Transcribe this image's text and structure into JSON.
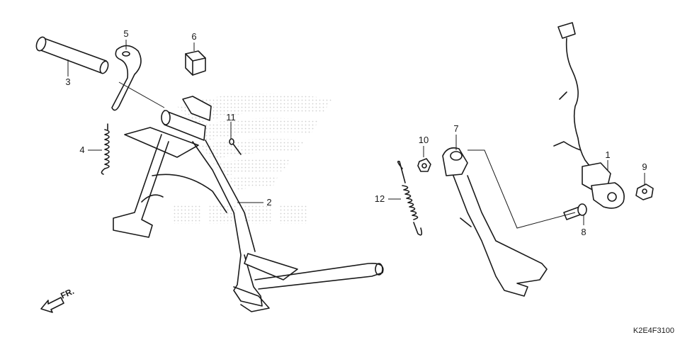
{
  "diagram": {
    "callouts": [
      {
        "id": "c1",
        "label": "1"
      },
      {
        "id": "c2",
        "label": "2"
      },
      {
        "id": "c3",
        "label": "3"
      },
      {
        "id": "c4",
        "label": "4"
      },
      {
        "id": "c5",
        "label": "5"
      },
      {
        "id": "c6",
        "label": "6"
      },
      {
        "id": "c7",
        "label": "7"
      },
      {
        "id": "c8",
        "label": "8"
      },
      {
        "id": "c9",
        "label": "9"
      },
      {
        "id": "c10",
        "label": "10"
      },
      {
        "id": "c11",
        "label": "11"
      },
      {
        "id": "c12",
        "label": "12"
      }
    ],
    "direction_label": "FR.",
    "drawing_code": "K2E4F3100",
    "colors": {
      "line": "#1a1a1a",
      "watermark": "#d9d9d9",
      "background": "#ffffff"
    }
  }
}
